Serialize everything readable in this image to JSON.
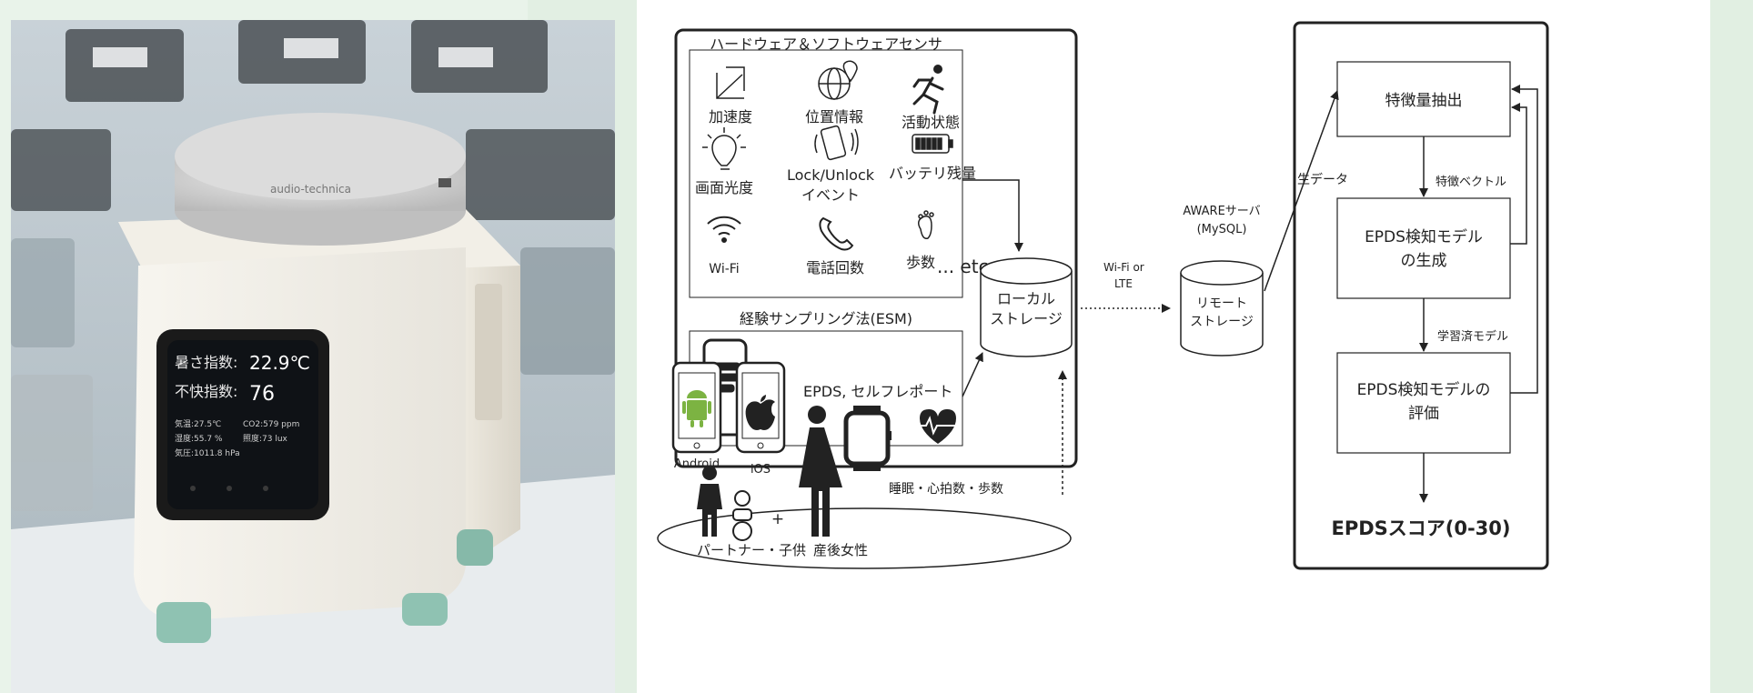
{
  "photo": {
    "device_brand": "audio-technica",
    "screen_line1_label": "暑さ指数:",
    "screen_line1_value": "22.9℃",
    "screen_line2_label": "不快指数:",
    "screen_line2_value": "76",
    "screen_detail_1": "気温:27.5℃",
    "screen_detail_2": "CO2:579 ppm",
    "screen_detail_3": "湿度:55.7 %",
    "screen_detail_4": "照度:73 lux",
    "screen_detail_5": "気圧:1011.8 hPa"
  },
  "diagram": {
    "sensors_title": "ハードウェア＆ソフトウェアセンサ",
    "sensors": [
      {
        "label": "加速度",
        "icon": "axes-icon"
      },
      {
        "label": "位置情報",
        "icon": "globe-pin-icon"
      },
      {
        "label": "活動状態",
        "icon": "running-person-icon"
      },
      {
        "label": "画面光度",
        "icon": "lightbulb-icon"
      },
      {
        "label": "Lock/Unlock",
        "label2": "イベント",
        "icon": "phone-vibrate-icon"
      },
      {
        "label": "バッテリ残量",
        "icon": "battery-icon"
      },
      {
        "label": "Wi-Fi",
        "icon": "wifi-icon"
      },
      {
        "label": "電話回数",
        "icon": "phone-handset-icon"
      },
      {
        "label": "歩数",
        "icon": "footprint-icon"
      }
    ],
    "etc_label": "... etc",
    "esm_title": "経験サンプリング法(ESM)",
    "esm_text": "EPDS, セルフレポート",
    "local_storage_line1": "ローカル",
    "local_storage_line2": "ストレージ",
    "network_line1": "Wi-Fi or",
    "network_line2": "LTE",
    "server_line1": "AWAREサーバ",
    "server_line2": "(MySQL)",
    "remote_storage_line1": "リモート",
    "remote_storage_line2": "ストレージ",
    "raw_data_label": "生データ",
    "feature_extraction": "特徴量抽出",
    "feature_vector_label": "特徴ベクトル",
    "model_gen_line1": "EPDS検知モデル",
    "model_gen_line2": "の生成",
    "trained_model_label": "学習済モデル",
    "model_eval_line1": "EPDS検知モデルの",
    "model_eval_line2": "評価",
    "epds_score": "EPDSスコア(0-30)",
    "android_label": "Android",
    "ios_label": "iOS",
    "wearable_label": "睡眠・心拍数・歩数",
    "partner_child_label": "パートナー・子供",
    "plus_label": "+",
    "postpartum_label": "産後女性"
  },
  "colors": {
    "android_green": "#7cb342",
    "device_teal": "#8fc2b2",
    "background_green": "#e9f3ea"
  }
}
